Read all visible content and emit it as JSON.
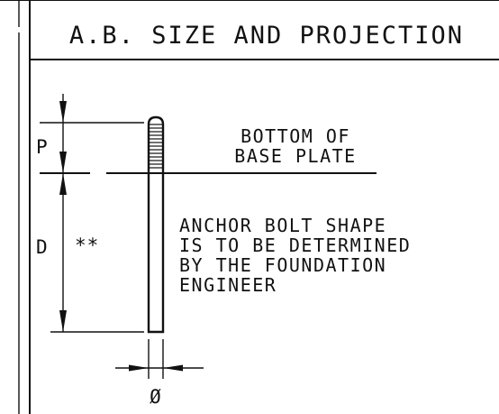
{
  "title": "A.B. SIZE AND PROJECTION",
  "dimensions": {
    "projection_label": "P",
    "depth_label": "D",
    "depth_note_marker": "**",
    "diameter_symbol": "Ø"
  },
  "base_plate_label": {
    "line1": "BOTTOM OF",
    "line2": "BASE PLATE"
  },
  "note": {
    "line1": "ANCHOR BOLT SHAPE",
    "line2": "IS TO BE DETERMINED",
    "line3": "BY THE FOUNDATION",
    "line4": "ENGINEER"
  },
  "colors": {
    "ink": "#111111",
    "paper": "#ffffff"
  }
}
